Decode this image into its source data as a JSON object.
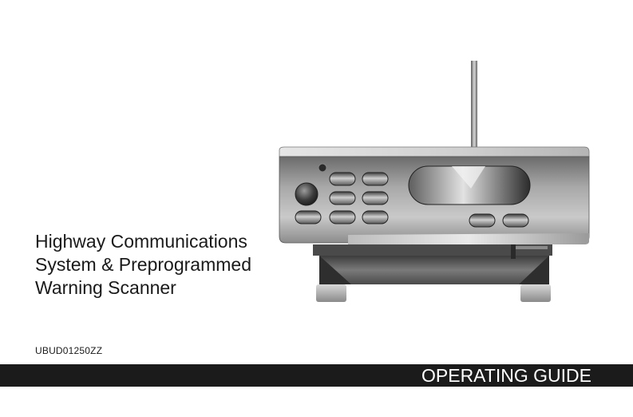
{
  "title_lines": [
    "Highway Communications",
    "System & Preprogrammed",
    "Warning Scanner"
  ],
  "model_number": "UBUD01250ZZ",
  "footer_label": "OPERATING GUIDE",
  "colors": {
    "footer_bar": "#1b1b1b",
    "footer_text": "#ffffff",
    "body_text": "#1a1a1a"
  },
  "illustration_icon": "scanner-radio-icon"
}
